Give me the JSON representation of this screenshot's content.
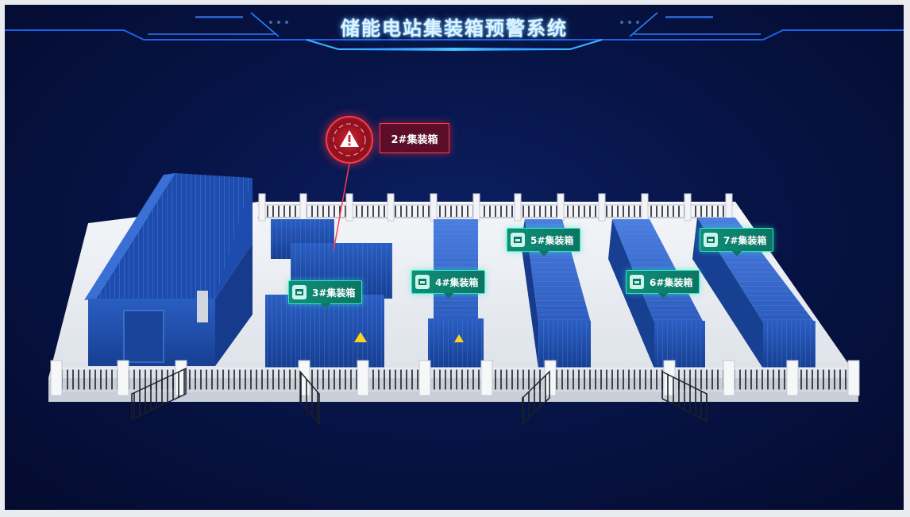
{
  "header": {
    "title": "储能电站集装箱预警系统"
  },
  "alarm": {
    "label": "2#集装箱",
    "icon": "warning-triangle-icon",
    "color": "#ff3b46"
  },
  "containers": [
    {
      "label": "3#集装箱",
      "icon": "container-icon"
    },
    {
      "label": "4#集装箱",
      "icon": "container-icon"
    },
    {
      "label": "5#集装箱",
      "icon": "container-icon"
    },
    {
      "label": "6#集装箱",
      "icon": "container-icon"
    },
    {
      "label": "7#集装箱",
      "icon": "container-icon"
    }
  ],
  "colors": {
    "background": "#071447",
    "container_blue": "#1e4aa8",
    "tag_green": "#0f8e79",
    "platform": "#f2f4f7"
  }
}
